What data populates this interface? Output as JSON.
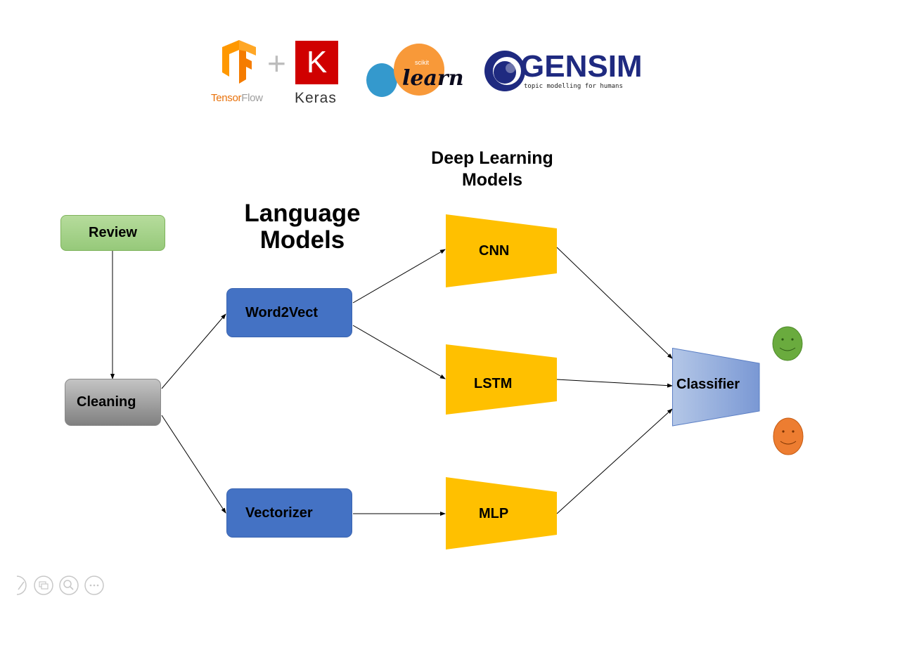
{
  "logos": {
    "tensorflow": {
      "word_part1": "Tensor",
      "word_part2": "Flow",
      "icon": "tensorflow-logo-icon"
    },
    "plus": "+",
    "keras": {
      "letter": "K",
      "word": "Keras"
    },
    "sklearn": {
      "small": "scikit",
      "word": "learn"
    },
    "gensim": {
      "word": "GENSIM",
      "tagline": "topic modelling for humans"
    }
  },
  "headings": {
    "deep_learning": [
      "Deep Learning",
      "Models"
    ],
    "language_models": [
      "Language",
      "Models"
    ]
  },
  "nodes": {
    "review": "Review",
    "cleaning": "Cleaning",
    "word2vect": "Word2Vect",
    "vectorizer": "Vectorizer",
    "cnn": "CNN",
    "lstm": "LSTM",
    "mlp": "MLP",
    "classifier": "Classifier"
  },
  "outputs": [
    {
      "name": "positive-smiley",
      "color": "#6aab3e"
    },
    {
      "name": "negative-smiley",
      "color": "#ed7d31"
    }
  ],
  "colors": {
    "review_green": "#a9d18e",
    "cleaning_gray": "#a5a5a5",
    "embedding_blue": "#4472c4",
    "model_yellow": "#ffc000",
    "classifier_blue": "#8faadc"
  },
  "viewer_toolbar": [
    "pen-icon",
    "slides-icon",
    "zoom-icon",
    "more-icon"
  ]
}
